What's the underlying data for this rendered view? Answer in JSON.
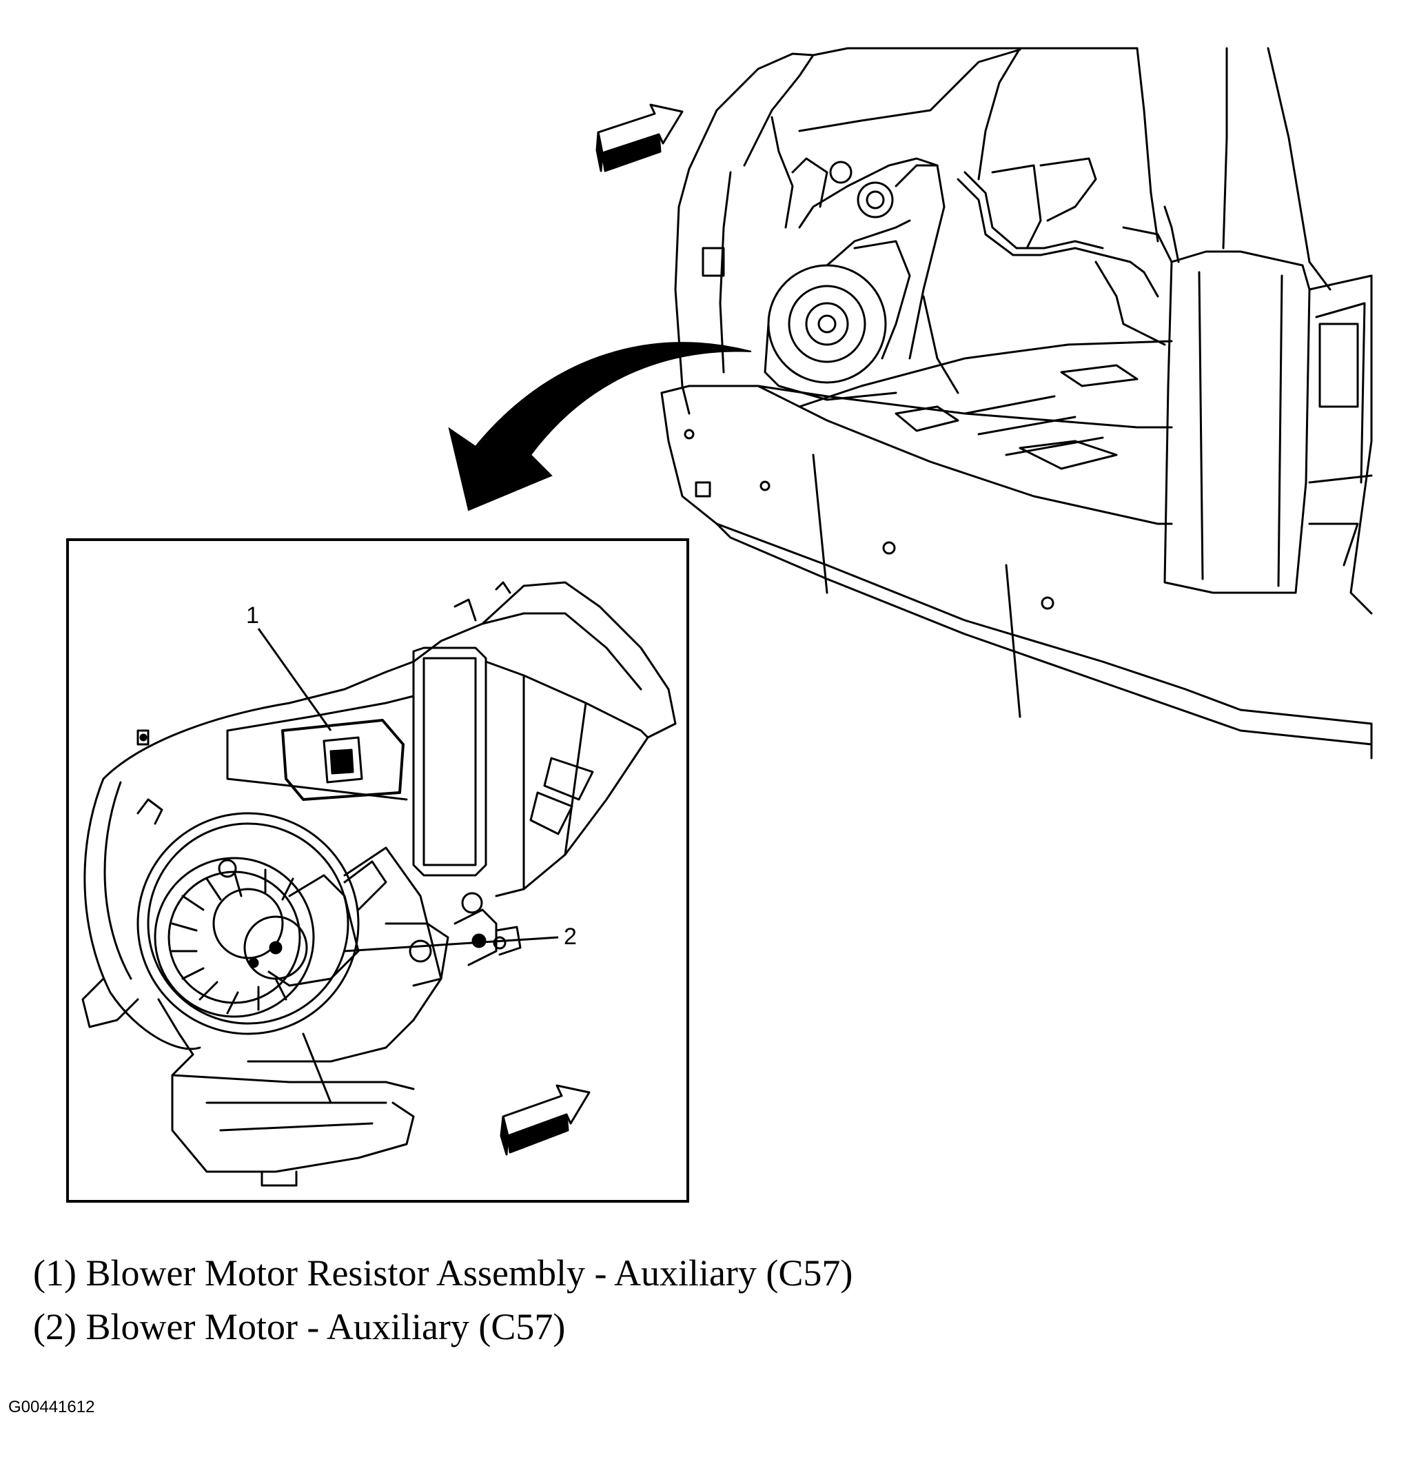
{
  "callouts": {
    "c1": "1",
    "c2": "2"
  },
  "legend": {
    "item1": "(1) Blower Motor Resistor Assembly - Auxiliary (C57)",
    "item2": "(2) Blower Motor - Auxiliary (C57)"
  },
  "figure_id": "G00441612",
  "colors": {
    "line": "#000000",
    "background": "#ffffff"
  }
}
